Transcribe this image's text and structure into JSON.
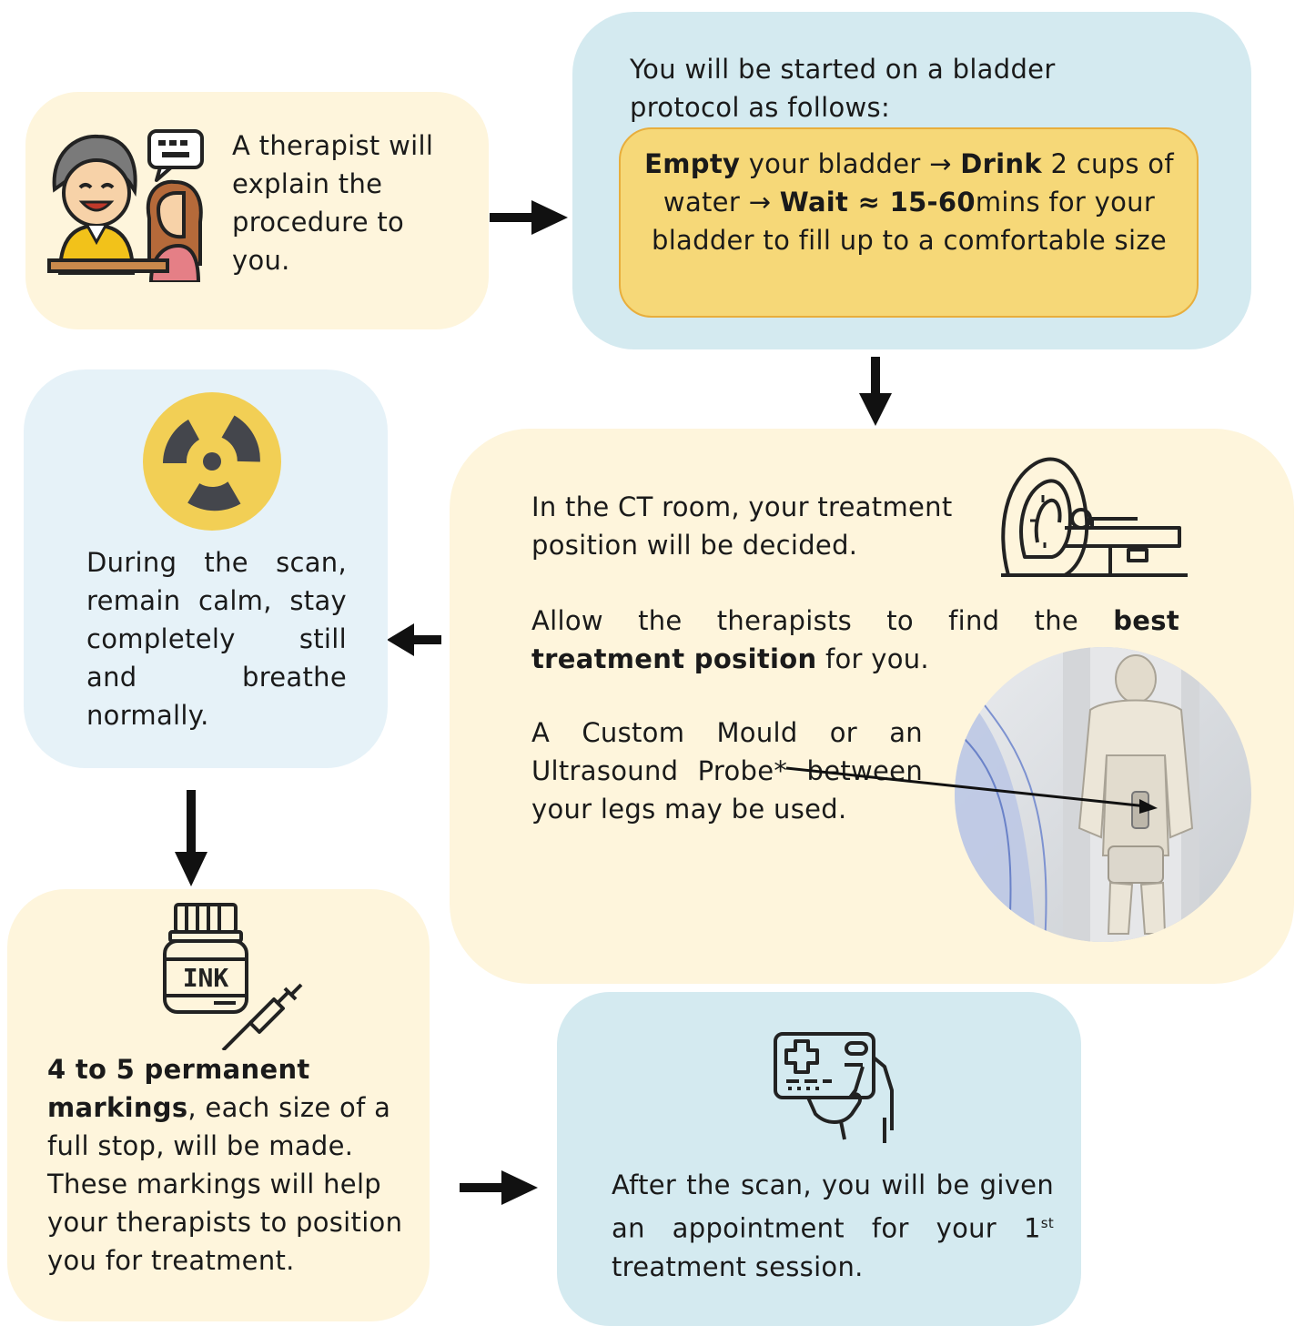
{
  "step_explain": {
    "text": "A therapist will explain the procedure to you."
  },
  "step_bladder": {
    "intro": "You will be started on a bladder protocol as follows:",
    "empty_bold": "Empty",
    "empty_rest": " your bladder → ",
    "drink_bold": "Drink",
    "drink_rest": " 2 cups of water → ",
    "wait_bold": "Wait ≈ 15-60",
    "wait_rest": "mins for your bladder to fill up to a comfortable size"
  },
  "step_ct": {
    "p1": "In the CT room, your treatment position will be decided.",
    "p2_start": "Allow the therapists to find the ",
    "p2_bold": "best treatment position",
    "p2_end": " for you.",
    "p3": "A Custom Mould or an Ultrasound Probe* between your legs may be used."
  },
  "step_scan": {
    "text": "During the scan, remain calm, stay completely still and breathe normally."
  },
  "step_markings": {
    "bold": "4 to 5 permanent markings",
    "rest": ", each size of a full stop, will be made. These markings will help your therapists to position you for treatment.",
    "ink_label": "INK"
  },
  "step_appointment": {
    "text_start": "After the scan, you will be given an appointment for your 1",
    "sup": "st",
    "text_end": " treatment session."
  },
  "colors": {
    "cream": "#fef5dc",
    "light_blue": "#e6f2f8",
    "teal": "#d4eaf0",
    "protocol_box": "#f6d878",
    "radiation_yellow": "#f2cf55"
  }
}
